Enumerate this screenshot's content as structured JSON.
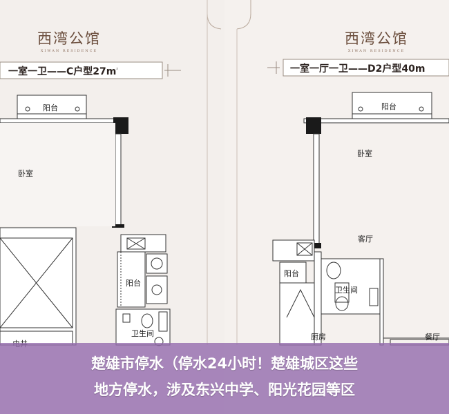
{
  "left": {
    "brand_name": "西湾公馆",
    "brand_sub": "XIWAN RESIDENCE",
    "unit_title": "一室一卫——C户型27m",
    "unit_sup": "²",
    "rooms": {
      "balcony_top": "阳台",
      "bedroom": "卧室",
      "balcony_side": "阳台",
      "bathroom": "卫生间",
      "shaft": "电井"
    }
  },
  "right": {
    "brand_name": "西湾公馆",
    "brand_sub": "XIWAN RESIDENCE",
    "unit_title": "一室一厅一卫——D2户型40m",
    "rooms": {
      "balcony_top": "阳台",
      "bedroom": "卧室",
      "living": "客厅",
      "balcony_side": "阳台",
      "bathroom": "卫生间",
      "kitchen": "厨房",
      "dining": "餐厅"
    }
  },
  "caption": {
    "line1": "楚雄市停水（停水24小时！楚雄城区这些",
    "line2": "地方停水，涉及东兴中学、阳光花园等区"
  },
  "colors": {
    "caption_bg": "#966eaf",
    "brand": "#6b4e3d",
    "wall": "#1a1a1a"
  }
}
